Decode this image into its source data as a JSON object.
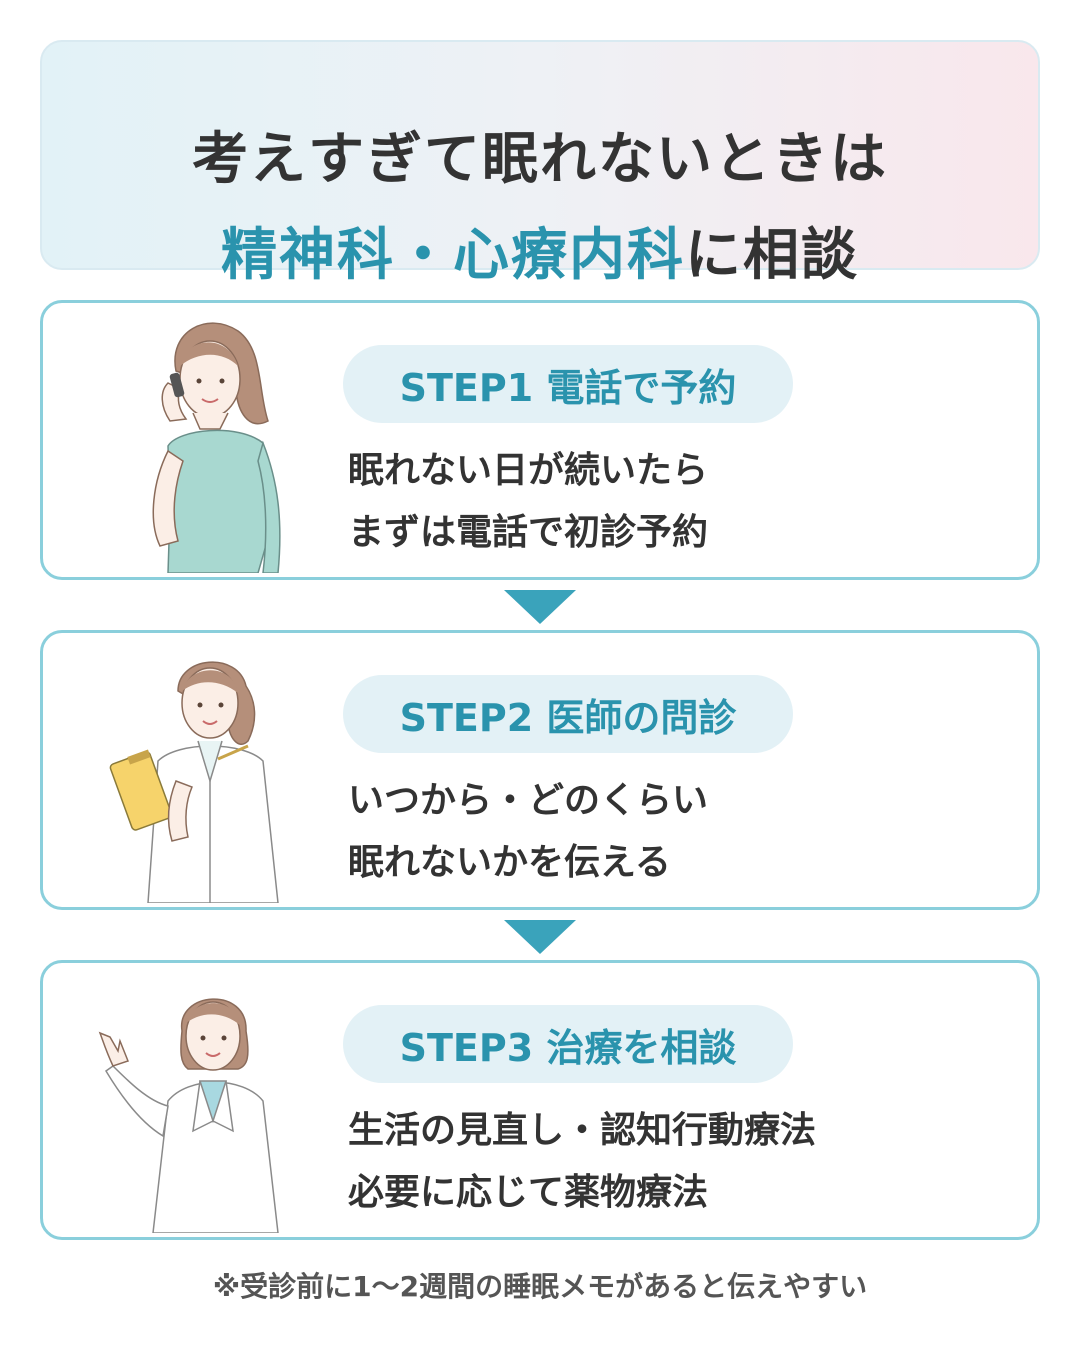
{
  "header": {
    "line1": "考えすぎて眠れないときは",
    "line2_accent": "精神科・心療内科",
    "line2_rest": "に相談"
  },
  "steps": [
    {
      "title": "STEP1 電話で予約",
      "desc1": "眠れない日が続いたら",
      "desc2": "まずは電話で初診予約",
      "illustration": "woman-on-phone"
    },
    {
      "title": "STEP2 医師の問診",
      "desc1": "いつから・どのくらい",
      "desc2": "眠れないかを伝える",
      "illustration": "doctor-with-clipboard"
    },
    {
      "title": "STEP3 治療を相談",
      "desc1": "生活の見直し・認知行動療法",
      "desc2": "必要に応じて薬物療法",
      "illustration": "doctor-gesturing"
    }
  ],
  "footnote": "※受診前に1〜2週間の睡眠メモがあると伝えやすい",
  "colors": {
    "accent": "#2a93ad",
    "card_border": "#8acfdc",
    "pill_bg": "#e3f1f6",
    "arrow": "#3aa3bb",
    "text": "#333333"
  }
}
